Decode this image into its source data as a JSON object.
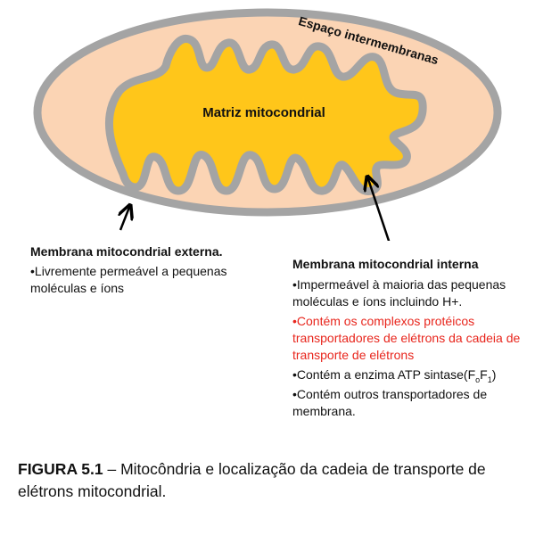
{
  "diagram": {
    "label_intermembrane": "Espaço intermembranas",
    "label_matrix": "Matriz mitocondrial",
    "colors": {
      "membrane": "#a4a4a4",
      "intermembrane_space": "#fbd4b4",
      "matrix": "#ffc61a"
    }
  },
  "outer_membrane": {
    "title": "Membrana  mitocondrial externa.",
    "points": [
      "•Livremente permeável a pequenas moléculas e íons"
    ]
  },
  "inner_membrane": {
    "title": "Membrana mitocondrial interna",
    "point_1": "•Impermeável à maioria das pequenas moléculas e íons incluindo H+.",
    "point_2_red": "•Contém os complexos protéicos transportadores de elétrons da cadeia de transporte de elétrons",
    "point_3_prefix": "•Contém a enzima ATP sintase(F",
    "point_3_sub1": "o",
    "point_3_mid": "F",
    "point_3_sub2": "1",
    "point_3_suffix": ")",
    "point_4": "•Contém outros transportadores de membrana."
  },
  "caption": {
    "label": "FIGURA 5.1",
    "text": " – Mitocôndria e localização da cadeia de transporte de elétrons mitocondrial."
  }
}
